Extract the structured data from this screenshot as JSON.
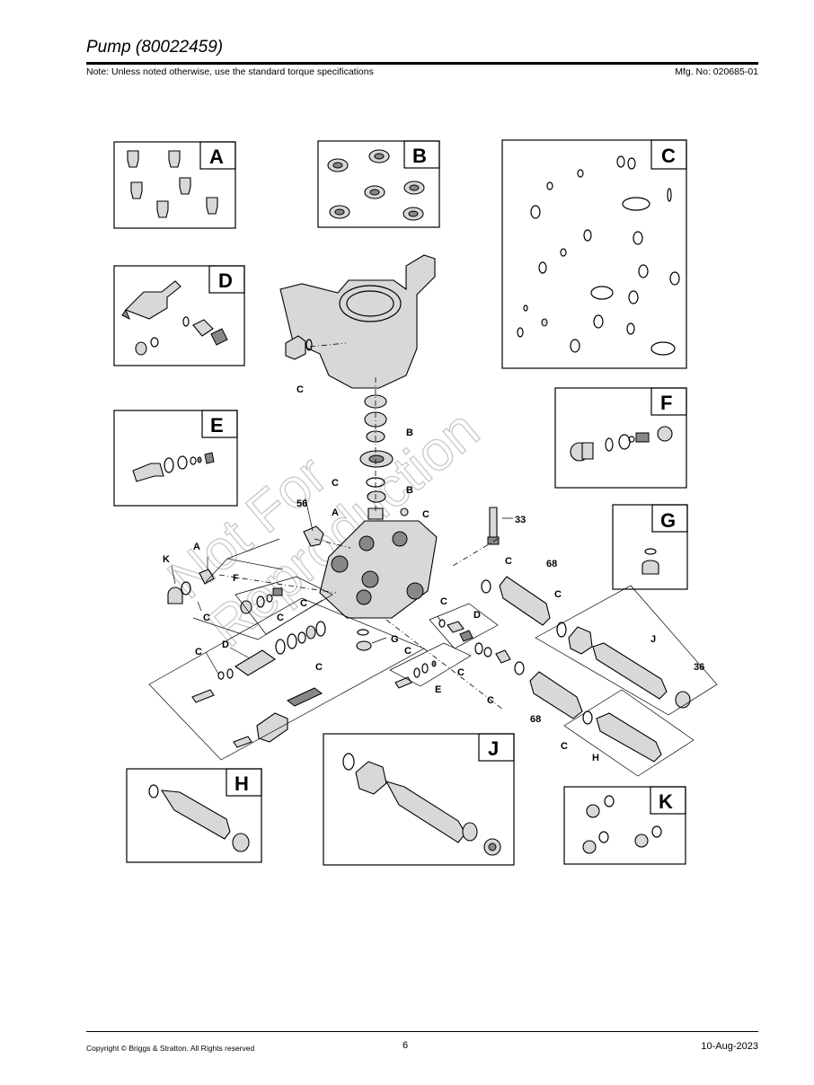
{
  "header": {
    "title": "Pump (80022459)",
    "note": "Note: Unless noted otherwise, use the standard torque specifications",
    "mfg_no": "Mfg. No: 020685-01"
  },
  "footer": {
    "copyright": "Copyright ©  Briggs & Stratton. All Rights reserved",
    "page_number": "6",
    "date": "10-Aug-2023"
  },
  "watermark": [
    "Not For",
    "Reproduction"
  ],
  "kits": {
    "a": "A",
    "b": "B",
    "c": "C",
    "d": "D",
    "e": "E",
    "f": "F",
    "g": "G",
    "h": "H",
    "j": "J",
    "k": "K"
  },
  "callouts": {
    "c_housing": "C",
    "b_upper": "B",
    "c_ring": "C",
    "b_lower": "B",
    "n56": "56",
    "a_valve": "A",
    "c_valve": "C",
    "n33": "33",
    "a_left": "A",
    "k_left": "K",
    "c_k": "C",
    "f_left": "F",
    "c_f": "C",
    "c_mid1": "C",
    "c_left": "C",
    "d_left": "D",
    "c_left2": "C",
    "g_mid": "G",
    "c_68": "C",
    "n68_upper": "68",
    "c_right": "C",
    "c_d": "C",
    "d_mid": "D",
    "j_lbl": "J",
    "c_e1": "C",
    "c_e2": "C",
    "e_lbl": "E",
    "n36": "36",
    "c_low": "C",
    "n68_lower": "68",
    "c_h": "C",
    "h_lbl": "H"
  }
}
